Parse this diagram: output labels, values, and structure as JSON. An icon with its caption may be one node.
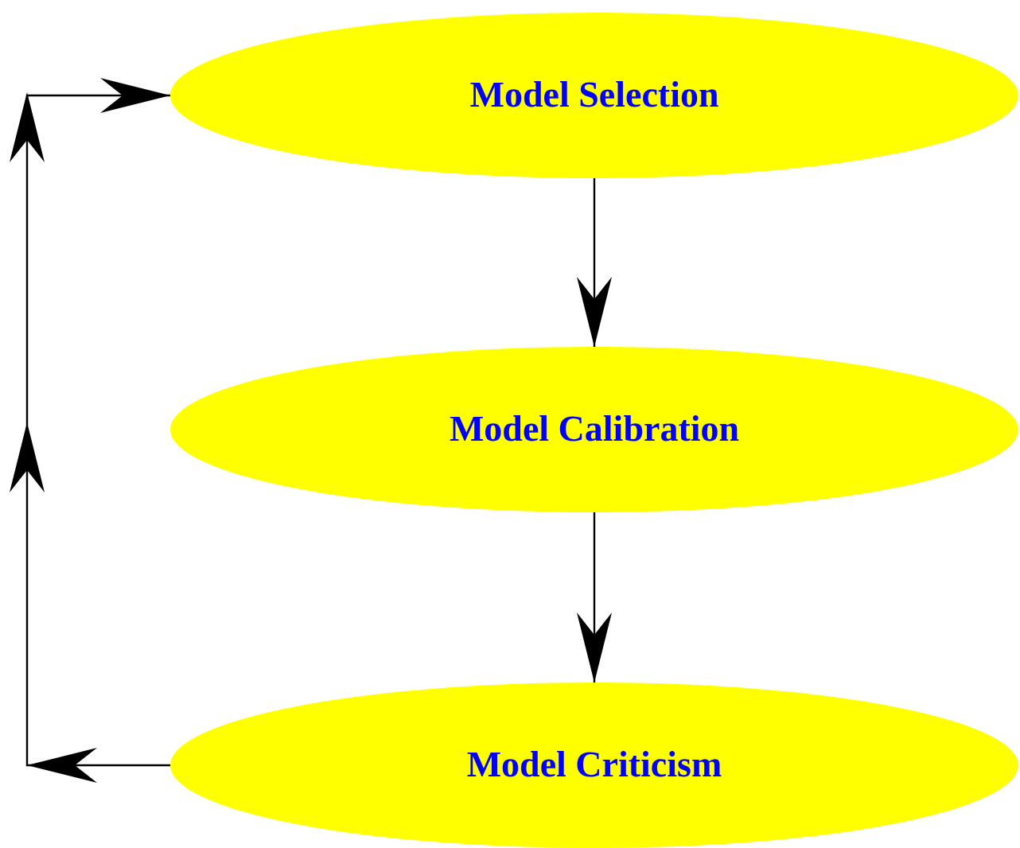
{
  "diagram": {
    "nodes": [
      {
        "text": [
          "Model Selection"
        ]
      },
      {
        "text": [
          "Model Calibration"
        ]
      },
      {
        "text": [
          "Model Criticism"
        ]
      }
    ],
    "edges": [
      {
        "from": 0,
        "to": 1,
        "arrow": "to"
      },
      {
        "from": 1,
        "to": 2,
        "arrow": "to"
      },
      {
        "from": 2,
        "to": 0,
        "arrow": "to"
      }
    ]
  }
}
